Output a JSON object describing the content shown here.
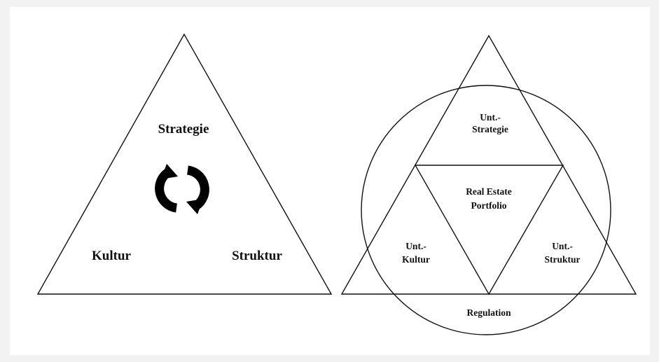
{
  "left_diagram": {
    "top_label": "Strategie",
    "left_label": "Kultur",
    "right_label": "Struktur",
    "cycle_icon": "refresh-cycle-icon"
  },
  "right_diagram": {
    "top_label_line1": "Unt.-",
    "top_label_line2": "Strategie",
    "center_label_line1": "Real Estate",
    "center_label_line2": "Portfolio",
    "left_label_line1": "Unt.-",
    "left_label_line2": "Kultur",
    "right_label_line1": "Unt.-",
    "right_label_line2": "Struktur",
    "bottom_label": "Regulation"
  }
}
